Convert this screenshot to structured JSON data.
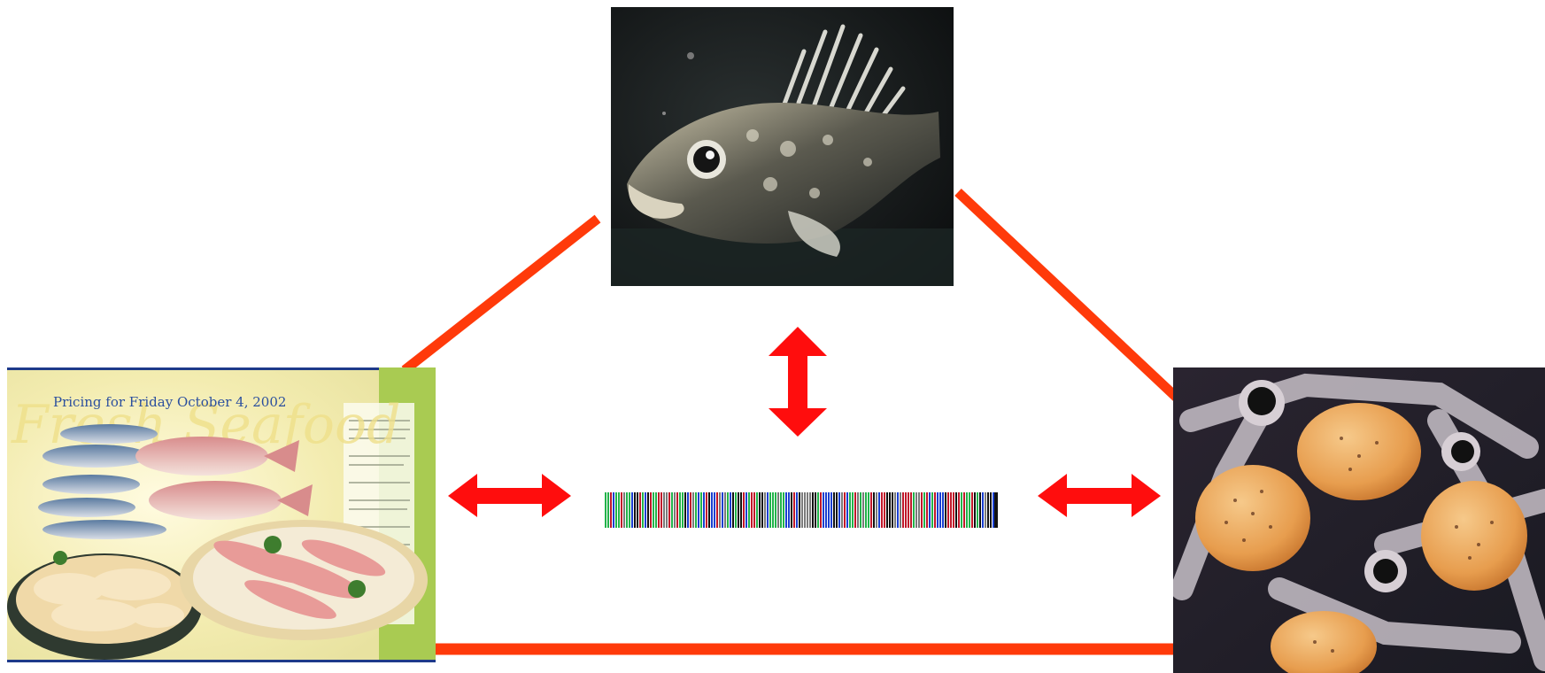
{
  "colors": {
    "connector": "#ff3a0a",
    "arrow": "#ff0d0d",
    "background": "#ffffff"
  },
  "images": {
    "fish": "adult rockfish photo",
    "market": "fish market flyer photo",
    "larvae": "fish larvae with yolk sacs photo"
  },
  "market_flyer": {
    "title": "Pricing for Friday October 4, 2002"
  },
  "barcode": {
    "colors": [
      "#c0182a",
      "#1a3fd0",
      "#22b34a",
      "#111111",
      "#7a7a7a"
    ]
  }
}
